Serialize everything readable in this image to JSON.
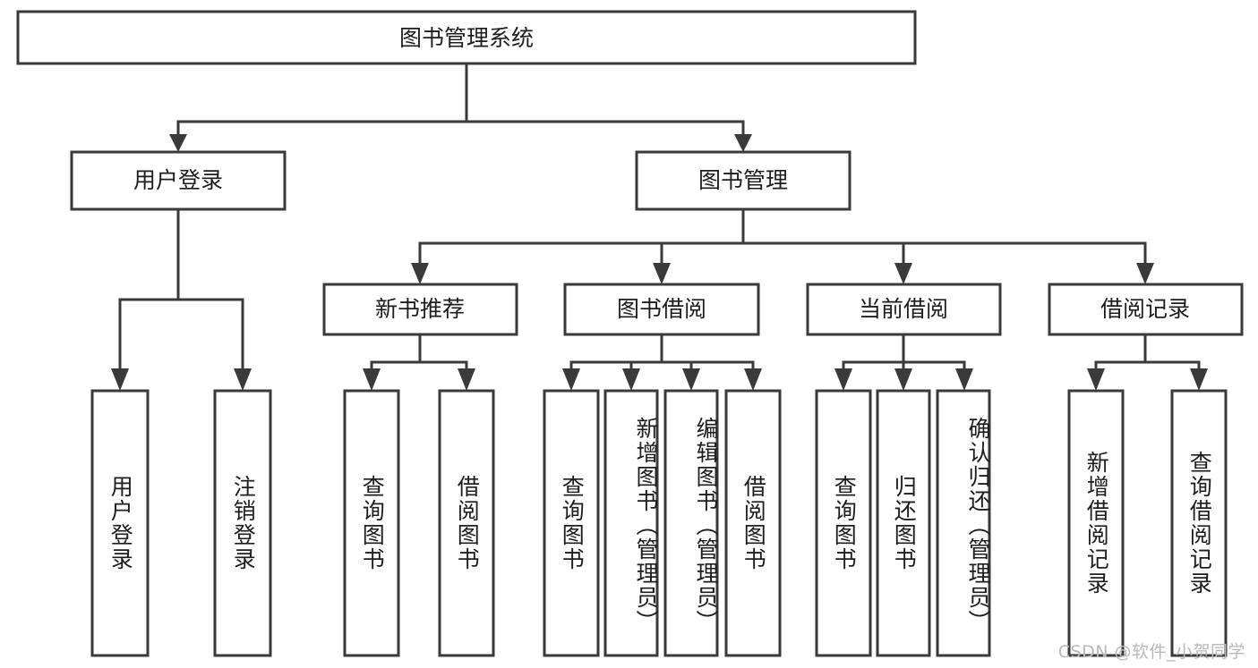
{
  "diagram": {
    "type": "tree",
    "title": "图书管理系统",
    "orientation": "top-down",
    "root": {
      "id": "root",
      "label": "图书管理系统"
    },
    "level2": [
      {
        "id": "user-login",
        "label": "用户登录"
      },
      {
        "id": "book-manage",
        "label": "图书管理"
      }
    ],
    "level3": [
      {
        "id": "new-book-recommend",
        "label": "新书推荐",
        "parent": "book-manage"
      },
      {
        "id": "book-borrow",
        "label": "图书借阅",
        "parent": "book-manage"
      },
      {
        "id": "current-borrow",
        "label": "当前借阅",
        "parent": "book-manage"
      },
      {
        "id": "borrow-record",
        "label": "借阅记录",
        "parent": "book-manage"
      }
    ],
    "leaves": [
      {
        "id": "leaf-user-login",
        "label": "用户登录",
        "parent": "user-login"
      },
      {
        "id": "leaf-user-logout",
        "label": "注销登录",
        "parent": "user-login"
      },
      {
        "id": "leaf-query-book-1",
        "label": "查询图书",
        "parent": "new-book-recommend"
      },
      {
        "id": "leaf-borrow-book-1",
        "label": "借阅图书",
        "parent": "new-book-recommend"
      },
      {
        "id": "leaf-query-book-2",
        "label": "查询图书",
        "parent": "book-borrow"
      },
      {
        "id": "leaf-add-book",
        "label": "新增图书（管理员）",
        "parent": "book-borrow"
      },
      {
        "id": "leaf-edit-book",
        "label": "编辑图书（管理员）",
        "parent": "book-borrow"
      },
      {
        "id": "leaf-borrow-book-2",
        "label": "借阅图书",
        "parent": "book-borrow"
      },
      {
        "id": "leaf-query-book-3",
        "label": "查询图书",
        "parent": "current-borrow"
      },
      {
        "id": "leaf-return-book",
        "label": "归还图书",
        "parent": "current-borrow"
      },
      {
        "id": "leaf-confirm-return",
        "label": "确认归还（管理员）",
        "parent": "current-borrow"
      },
      {
        "id": "leaf-add-record",
        "label": "新增借阅记录",
        "parent": "borrow-record"
      },
      {
        "id": "leaf-query-record",
        "label": "查询借阅记录",
        "parent": "borrow-record"
      }
    ],
    "colors": {
      "stroke": "#3a3a3a",
      "fill": "#ffffff",
      "text": "#1d1d1d",
      "watermark": "#b9b9b9"
    }
  },
  "watermark": {
    "text": "CSDN @软件_小贺同学"
  }
}
